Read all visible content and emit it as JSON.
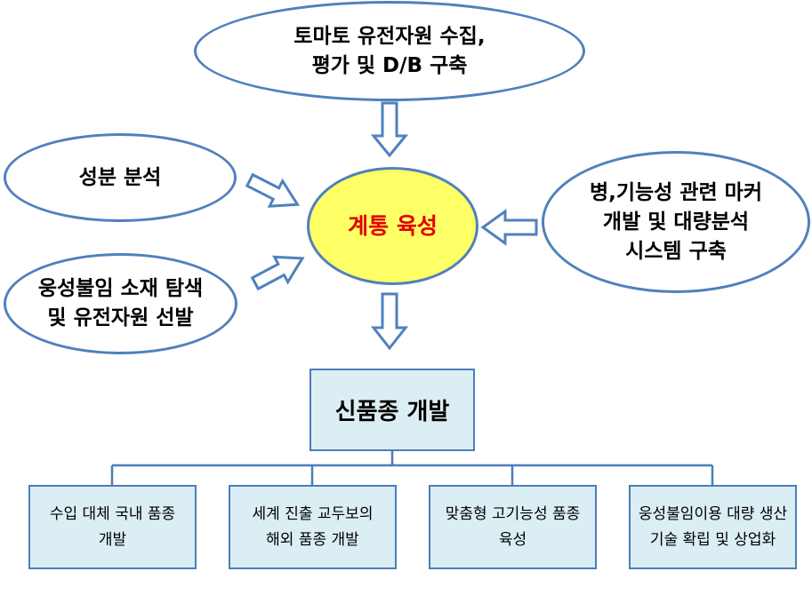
{
  "nodes": {
    "top": [
      "토마토 유전자원 수집,",
      "평가 및 D/B 구축"
    ],
    "left_top": [
      "성분 분석"
    ],
    "left_bottom": [
      "웅성불임 소재 탐색",
      "및 유전자원 선발"
    ],
    "right": [
      "병,기능성 관련 마커",
      "개발 및 대량분석",
      "시스템 구축"
    ],
    "center": [
      "계통 육성"
    ],
    "main_box": [
      "신품종 개발"
    ],
    "sub_boxes": [
      [
        "수입 대체 국내 품종",
        "개발"
      ],
      [
        "세계 진출 교두보의",
        "해외 품종 개발"
      ],
      [
        "맞춤형 고기능성 품종",
        "육성"
      ],
      [
        "웅성불임이용 대량 생산",
        "기술 확립 및 상업화"
      ]
    ]
  },
  "colors": {
    "ellipse_border": "#4f81bd",
    "center_fill": "#ffff66",
    "center_text": "#e00000",
    "box_fill": "#dbeef4",
    "box_border": "#4a7ebb",
    "arrow_stroke": "#4f81bd"
  }
}
